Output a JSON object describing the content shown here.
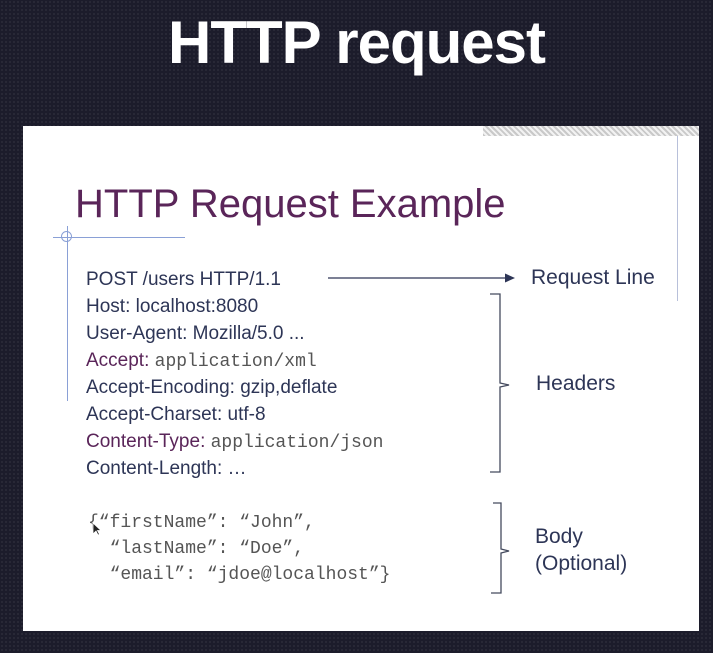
{
  "page_title": "HTTP request",
  "slide": {
    "heading": "HTTP Request Example",
    "request_line": "POST /users HTTP/1.1",
    "headers": [
      {
        "key": "Host:",
        "value": "localhost:8080",
        "accent": false,
        "mono": false
      },
      {
        "key": "User-Agent:",
        "value": "Mozilla/5.0 ...",
        "accent": false,
        "mono": false
      },
      {
        "key": "Accept:",
        "value": "application/xml",
        "accent": true,
        "mono": true
      },
      {
        "key": "Accept-Encoding:",
        "value": "gzip,deflate",
        "accent": false,
        "mono": false
      },
      {
        "key": "Accept-Charset:",
        "value": "utf-8",
        "accent": false,
        "mono": false
      },
      {
        "key": "Content-Type:",
        "value": "application/json",
        "accent": true,
        "mono": true
      },
      {
        "key": "Content-Length:",
        "value": "…",
        "accent": false,
        "mono": false
      }
    ],
    "body_lines": [
      "{“firstName”: “John”,",
      "  “lastName”: “Doe”,",
      "  “email”: “jdoe@localhost”}"
    ],
    "annotations": {
      "request_line": "Request Line",
      "headers": "Headers",
      "body_line1": "Body",
      "body_line2": "(Optional)"
    }
  },
  "colors": {
    "accent_purple": "#5a2559",
    "text_navy": "#2d3556",
    "mono_gray": "#555555",
    "background_dark": "#1c1c2b"
  }
}
